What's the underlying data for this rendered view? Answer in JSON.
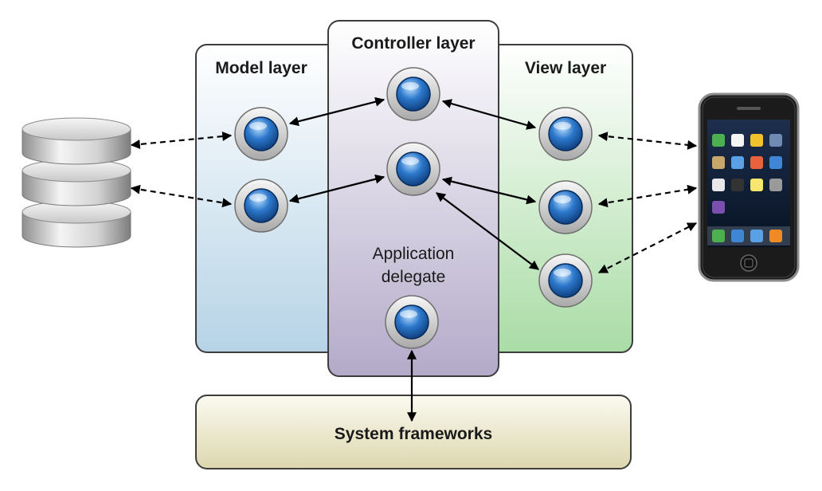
{
  "model_layer": {
    "title": "Model layer"
  },
  "controller_layer": {
    "title": "Controller layer"
  },
  "view_layer": {
    "title": "View layer"
  },
  "app_delegate": {
    "line1": "Application",
    "line2": "delegate"
  },
  "system_frameworks": {
    "label": "System frameworks"
  },
  "colors": {
    "model_panel": "#cfe2ee",
    "controller_panel": "#c9c2da",
    "view_panel": "#c9e8c7",
    "frameworks_panel": "#ece8c9",
    "node_blue": "#1f63b8"
  }
}
